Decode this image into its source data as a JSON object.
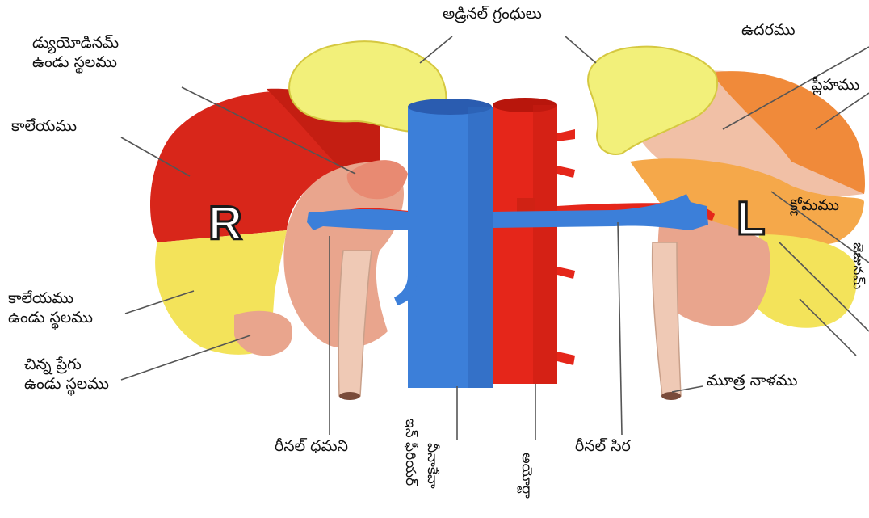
{
  "labels": {
    "adrenal_glands": "అడ్రినల్ గ్రంధులు",
    "duodenum_line1": "డ్యుయోడినమ్",
    "duodenum_line2": "ఉండు స్థలము",
    "stomach": "ఉదరము",
    "spleen": "ప్లీహము",
    "liver": "కాలేయము",
    "liver_area_line1": "కాలేయము",
    "liver_area_line2": "ఉండు స్థలము",
    "small_intestine_line1": "చిన్న ప్రేగు",
    "small_intestine_line2": "ఉండు స్థలము",
    "pancreas": "క్లోమము",
    "jejunum": "జెజునమ్",
    "ureter": "మూత్ర నాళము",
    "renal_artery": "రీనల్ ధమని",
    "renal_vein": "రీనల్ సిర",
    "ivc_line1": "ఇన్ ఫీరియర్",
    "ivc_line2": "వీనాకేవా",
    "aorta": "అయోర్టా",
    "right_marker": "R",
    "left_marker": "L"
  },
  "colors": {
    "liver_red": "#d8261a",
    "liver_dark": "#b51c10",
    "yellow": "#f3e35a",
    "adrenal_yellow": "#f2f07a",
    "pink": "#e9a58d",
    "light_pink": "#f1c0a6",
    "orange": "#f08a3a",
    "orange_light": "#f5a84a",
    "vein_blue": "#3c7fd9",
    "vein_dark": "#2a5cb0",
    "artery_red": "#e5261a",
    "artery_dark": "#b8160c",
    "ureter": "#efc9b5",
    "leader": "#555555"
  }
}
